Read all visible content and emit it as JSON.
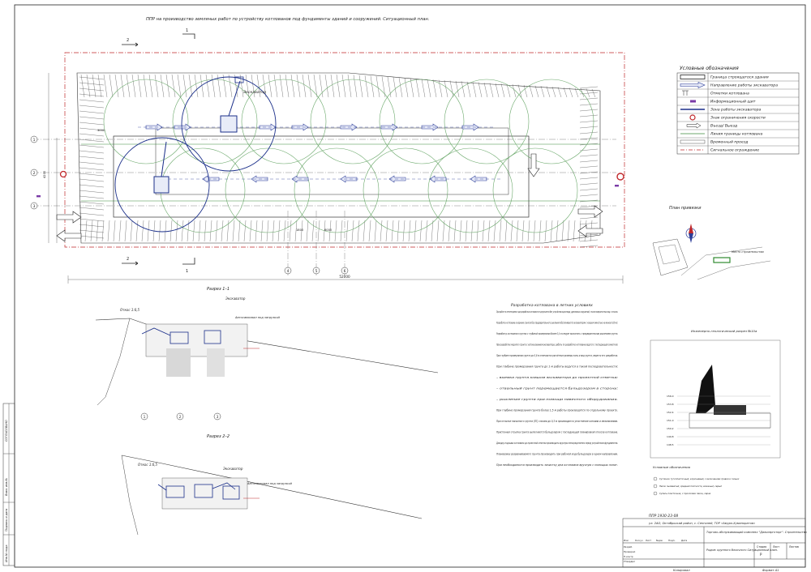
{
  "sheet": {
    "title": "ППР на производство земляных работ по устройству котлованов под фундаменты зданий и сооружений. Ситуационный план.",
    "format_label": "Формат А1",
    "copied_label": "Копировал"
  },
  "section_marks": [
    "1",
    "2"
  ],
  "grid_axes_left": [
    "1",
    "2",
    "3"
  ],
  "grid_axes_bottom": [
    "4",
    "5",
    "6"
  ],
  "dims": {
    "overall": "52000",
    "d1": "1800",
    "d2": "6000",
    "d3": "4200",
    "d4": "3000"
  },
  "labels": {
    "excavator": "Экскаватор",
    "dump_truck": "Автосамосвал под загрузкой",
    "slope_a": "Откос 1:0,5",
    "slope_b": "Откос 1:0,5"
  },
  "legend": {
    "title": "Условные обозначения",
    "items": [
      "Граница строящегося здания",
      "Направление работы экскаватора",
      "Отметки котлована",
      "Информационный щит",
      "Зона работы экскаватора",
      "Знак ограничения скорости",
      "Въезд/ Выезд",
      "Линия границы котлована",
      "Временный проезд",
      "Сигнальное ограждение"
    ]
  },
  "key_plan": {
    "title": "План привязки",
    "tag": "Место строительства"
  },
  "sections": {
    "s1": "Разрез 1–1",
    "s2": "Разрез 2–2"
  },
  "notes": {
    "title": "Разработка котлована в летних условиях",
    "paragraphs": [
      "При работе в летнее время года разработка котлована не допускается без устройства водоотвода, дренажных сооружений, стоков поверхностных вод с откосов.",
      "Разработку котлована в верхних грунтах без предварительного рыхления обеспечивается экскаватором с ковшом емкостью не менее 0,65 м3.",
      "Разработку котлована в грунтах с глубиной промерзания более 0,4 м следует выполнять с предварительным рыхлением грунта.",
      "При разработке мерзлого грунта с использованием экскаватора, работы по разработке котлована ведутся с последующей зачисткой.",
      "При глубине промерзания грунта до 0,8 м отмечаются расчётные размеры зоны и вид грунта, ведется его разработка.",
      "При глубине промерзания грунта до 1 м работы ведутся в такой последовательности:",
      "– выемка грунта ковшом экскаватора до проектной отметки;",
      "– отвальный грунт перемещается бульдозером в сторону;",
      "– рыхление грунта при помощи навесного оборудования.",
      "При глубине промерзания грунта более 1,5 м работы производятся по отдельному проекту.",
      "При отсыпке насыпного грунта (ПГ) слоями до 0,3 м производится уплотнение катками и механизмами.",
      "Пристенная отсыпка грунта выполняется бульдозером с последующей планировкой откосов котлована.",
      "Доводку подошвы котлована до проектной отметки производить вручную непосредственно перед устройством фундаментов.",
      "Планировку разравниваемого грунта производить при рабочей ходе бульдозера в одном направлении.",
      "При необходимости производить зачистку дна котлована вручную с помощью лопат."
    ]
  },
  "profile": {
    "title": "Инженерно-геологический разрез №10а",
    "legend_title": "Условные обозначения",
    "levels": [
      "156.0",
      "153.8",
      "152.4",
      "151.0",
      "150.2",
      "149.8",
      "148.5"
    ],
    "legend_items": [
      "Суглинок тугопластичный, коричневый, с включением гравия и гальки",
      "Песок пылеватый, средней плотности, влажный, серый",
      "Супесь пластичная, с прослоями песка, серая"
    ]
  },
  "title_block": {
    "code": "ППР 1930-23-08",
    "location": "ул. 2АО, Октябрьский район, с. Сенгилей, ТОР «Амурэ-Хуманкратов»",
    "object": "Торгово-обслуживающий комплекс \"Дальнэрготорг\". Строительство",
    "sheet_name": "Рядом: крупного блоочного Ситуационный план.",
    "stage_label": "Стадия",
    "sheet_label": "Лист",
    "sheets_label": "Листов",
    "stage": "Р",
    "head_cols": [
      "Изм",
      "Кол.уч",
      "Лист",
      "№док",
      "Подп.",
      "Дата"
    ],
    "roles": [
      "Разраб.",
      "Проверил",
      "Н.контр",
      "Утвердил"
    ]
  },
  "side_stamp": {
    "approved": "СОГЛАСОВАНО",
    "fields": [
      "Взам. инв.№",
      "Подпись и дата",
      "Инв.№ подл."
    ]
  }
}
